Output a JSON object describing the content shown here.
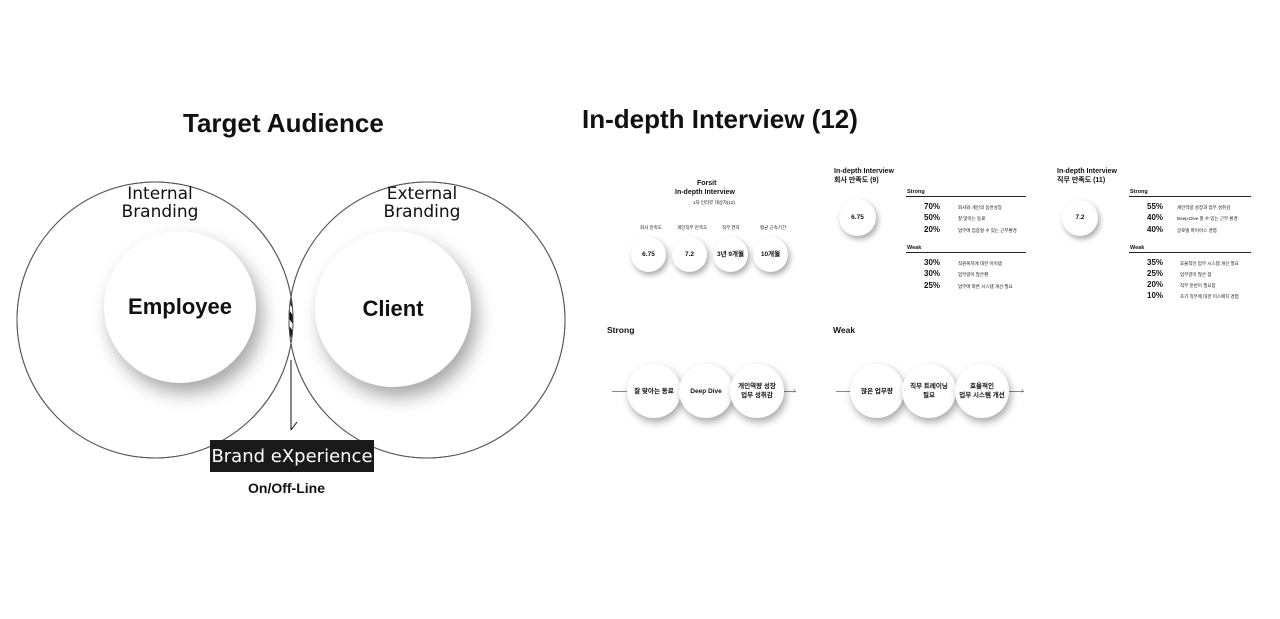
{
  "left": {
    "title": "Target Audience",
    "internal_label": "Internal\nBranding",
    "external_label": "External\nBranding",
    "employee": "Employee",
    "client": "Client",
    "brand_box": "Brand eXperience",
    "online": "On/Off-Line"
  },
  "right": {
    "title": "In-depth Interview (12)",
    "forsit": {
      "heading1": "Forsit",
      "heading2": "In-depth Interview",
      "subtitle": "1차 인터뷰 대상자(12)",
      "stats": [
        {
          "label": "회사 만족도",
          "value": "6.75"
        },
        {
          "label": "개인직무 만족도",
          "value": "7.2"
        },
        {
          "label": "직무 연차",
          "value": "3년 9개월"
        },
        {
          "label": "평균 근속기간",
          "value": "10개월"
        }
      ]
    },
    "company": {
      "heading1": "In-depth Interview",
      "heading2": "회사 만족도 (9)",
      "score": "6.75",
      "strong_label": "Strong",
      "strong": [
        {
          "pct": "70%",
          "text": "회사와 개인의 동반성장"
        },
        {
          "pct": "50%",
          "text": "잘 맞아는 동료"
        },
        {
          "pct": "20%",
          "text": "업무에 집중할 수 있는 근무환경"
        }
      ],
      "weak_label": "Weak",
      "weak": [
        {
          "pct": "30%",
          "text": "직원복지에 대한 아이템"
        },
        {
          "pct": "30%",
          "text": "업무량이 많은편"
        },
        {
          "pct": "25%",
          "text": "업무에 따른 시스템 개선 필요"
        }
      ]
    },
    "job": {
      "heading1": "In-depth Interview",
      "heading2": "직무 만족도 (11)",
      "score": "7.2",
      "strong_label": "Strong",
      "strong": [
        {
          "pct": "55%",
          "text": "개인역량 성장과 업무 성취감"
        },
        {
          "pct": "40%",
          "text": "Deep-Dive 할 수 있는 근무 환경"
        },
        {
          "pct": "40%",
          "text": "글로벌 파이어스 경험"
        }
      ],
      "weak_label": "Weak",
      "weak": [
        {
          "pct": "35%",
          "text": "효율적인 업무 시스템 개선 필요"
        },
        {
          "pct": "25%",
          "text": "업무량이 많은 점"
        },
        {
          "pct": "20%",
          "text": "직무 훈련이 필요함"
        },
        {
          "pct": "10%",
          "text": "초기 직무에 대한 미스매치 경험"
        }
      ]
    },
    "strong_flow": {
      "label": "Strong",
      "items": [
        "잘 맞아는 동료",
        "Deep Dive",
        "개인역량 성장\n업무 성취감"
      ]
    },
    "weak_flow": {
      "label": "Weak",
      "items": [
        "많은 업무량",
        "직무 트레이닝\n필요",
        "효율적인\n업무 시스템 개선"
      ]
    }
  }
}
